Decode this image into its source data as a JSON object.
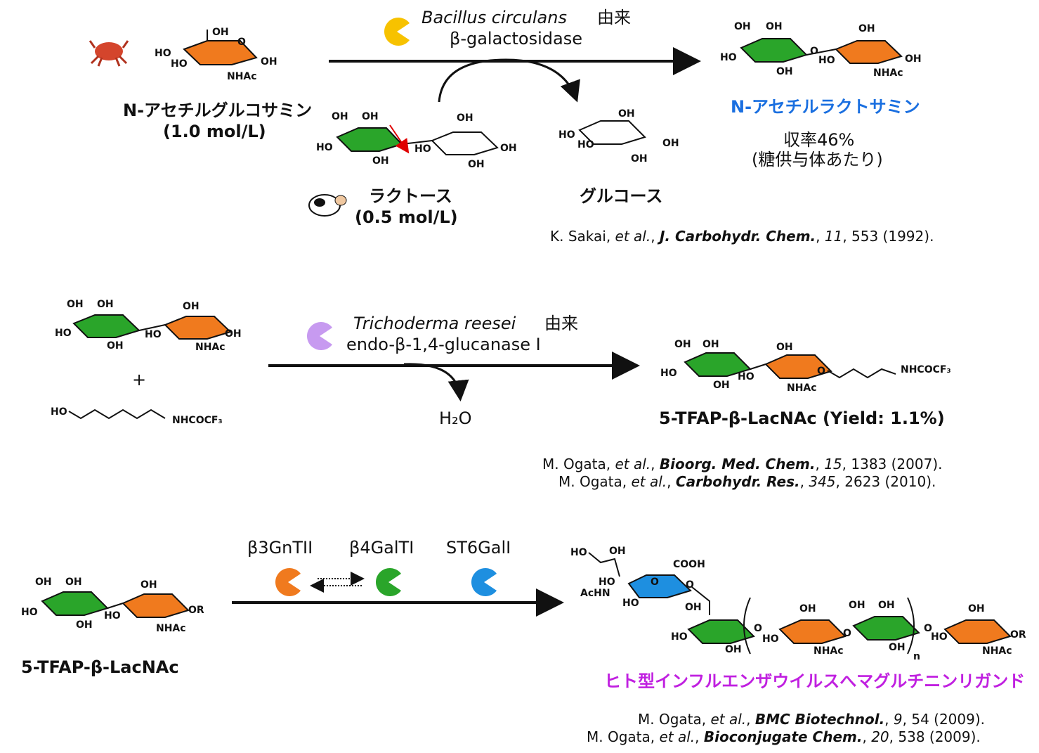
{
  "s1": {
    "enzyme_org": "Bacillus circulans",
    "origin": "由来",
    "enzyme": "β-galactosidase",
    "donor": "N-アセチルグルコサミン",
    "donor_conc": "(1.0 mol/L)",
    "acceptor": "ラクトース",
    "acceptor_conc": "(0.5 mol/L)",
    "byproduct": "グルコース",
    "product": "N-アセチルラクトサミン",
    "yield": "収率46%",
    "yield_note": "(糖供与体あたり)",
    "ref": {
      "a": "K. Sakai, ",
      "b": "et al.",
      "c": ", ",
      "d": "J. Carbohydr. Chem.",
      "e": ", ",
      "f": "11",
      "g": ", 553 (1992)."
    }
  },
  "s2": {
    "enzyme_org": "Trichoderma reesei",
    "origin": "由来",
    "enzyme": "endo-β-1,4-glucanase I",
    "plus": "+",
    "water": "H₂O",
    "product": "5-TFAP-β-LacNAc (Yield: 1.1%)",
    "ref1": {
      "a": "M. Ogata, ",
      "b": "et al.",
      "c": ", ",
      "d": "Bioorg. Med. Chem.",
      "e": ", ",
      "f": "15",
      "g": ", 1383 (2007)."
    },
    "ref2": {
      "a": "M. Ogata, ",
      "b": "et al.",
      "c": ", ",
      "d": "Carbohydr. Res.",
      "e": ", ",
      "f": "345",
      "g": ", 2623 (2010)."
    }
  },
  "s3": {
    "substrate": "5-TFAP-β-LacNAc",
    "enz1": "β3GnTII",
    "enz2": "β4GalTI",
    "enz3": "ST6GalI",
    "product": "ヒト型インフルエンザウイルスへマグルチニンリガンド",
    "ref1": {
      "a": "M. Ogata, ",
      "b": "et al.",
      "c": ", ",
      "d": "BMC Biotechnol.",
      "e": ", ",
      "f": "9",
      "g": ", 54 (2009)."
    },
    "ref2": {
      "a": "M. Ogata, ",
      "b": "et al.",
      "c": ", ",
      "d": "Bioconjugate Chem.",
      "e": ", ",
      "f": "20",
      "g": ", 538 (2009)."
    }
  },
  "chem": {
    "oh": "OH",
    "ho": "HO",
    "o": "O",
    "nhac": "NHAc",
    "or": "OR",
    "nhcocf3": "NHCOCF₃",
    "cooh": "COOH",
    "achn": "AcHN",
    "n": "n"
  },
  "colors": {
    "gal": "#2aa52a",
    "glcnac": "#f07a1e",
    "sia": "#1e8fe0",
    "product_label": "#1a6fe0",
    "ligand_label": "#c020e0",
    "enz_s1": "#f7c200",
    "enz_s2": "#c79af0",
    "red_arrow": "#e00000"
  }
}
